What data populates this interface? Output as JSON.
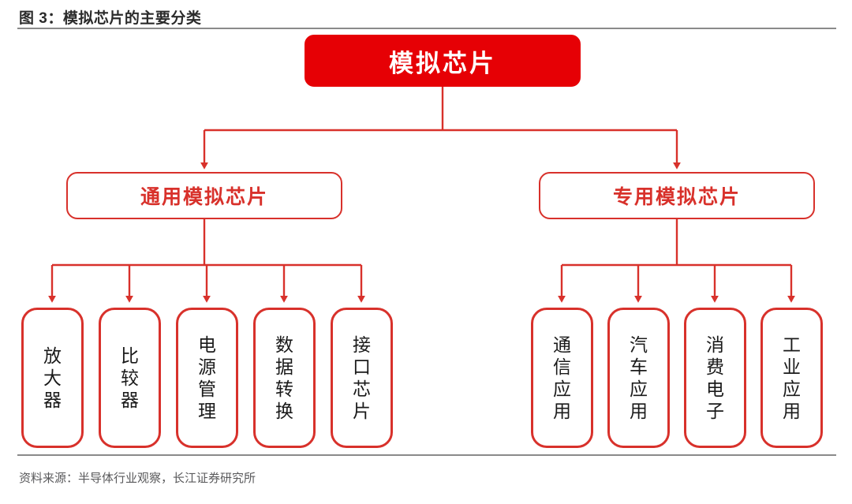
{
  "header": {
    "title": "图 3：模拟芯片的主要分类"
  },
  "footer": {
    "source": "资料来源：半导体行业观察，长江证券研究所"
  },
  "colors": {
    "root_fill": "#E60005",
    "node_border": "#D8312B",
    "connector": "#D8312B",
    "root_text": "#FFFFFF",
    "branch_text": "#D8312B",
    "leaf_text": "#1A1A1A",
    "rule": "#8A8A8A",
    "title_text": "#2B2B2B",
    "source_text": "#59595B"
  },
  "diagram": {
    "type": "tree",
    "root": {
      "label": "模拟芯片"
    },
    "branches": [
      {
        "label": "通用模拟芯片",
        "children": [
          {
            "label": "放大器"
          },
          {
            "label": "比较器"
          },
          {
            "label": "电源管理"
          },
          {
            "label": "数据转换"
          },
          {
            "label": "接口芯片"
          }
        ]
      },
      {
        "label": "专用模拟芯片",
        "children": [
          {
            "label": "通信应用"
          },
          {
            "label": "汽车应用"
          },
          {
            "label": "消费电子"
          },
          {
            "label": "工业应用"
          }
        ]
      }
    ]
  }
}
